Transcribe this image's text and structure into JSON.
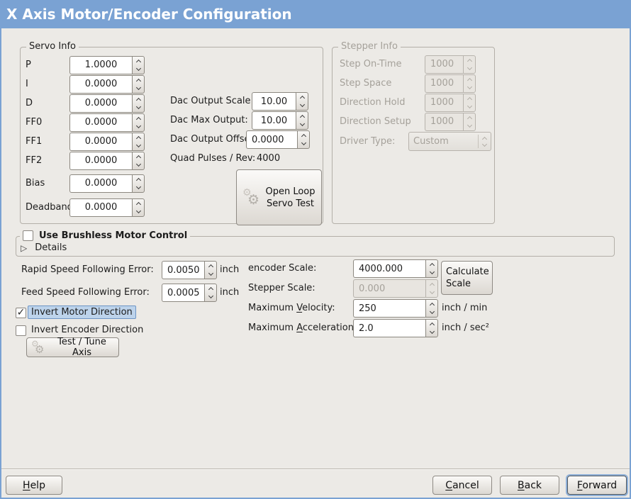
{
  "window": {
    "title": "X Axis Motor/Encoder Configuration"
  },
  "icons": {
    "gears": "⚙",
    "expander": "▷",
    "checkmark": "✓"
  },
  "colors": {
    "titlebar_bg": "#7aa2d3",
    "window_bg": "#eceae6",
    "highlight_bg": "#bdd3eb",
    "highlight_border": "#6d94c4",
    "title_text": "#ffffff"
  },
  "servo_info": {
    "legend": "Servo Info",
    "rows": [
      {
        "label": "P",
        "value": "1.0000"
      },
      {
        "label": "I",
        "value": "0.0000"
      },
      {
        "label": "D",
        "value": "0.0000"
      },
      {
        "label": "FF0",
        "value": "0.0000"
      },
      {
        "label": "FF1",
        "value": "0.0000"
      },
      {
        "label": "FF2",
        "value": "0.0000"
      },
      {
        "label": "Bias",
        "value": "0.0000"
      },
      {
        "label": "Deadband",
        "value": "0.0000"
      }
    ]
  },
  "dac": {
    "scale_label": "Dac Output Scale:",
    "scale_value": "10.00",
    "max_label": "Dac Max Output:",
    "max_value": "10.00",
    "offset_label": "Dac Output Offset:",
    "offset_value": "0.0000",
    "quad_label": "Quad Pulses / Rev:",
    "quad_value": "4000"
  },
  "open_loop_button": {
    "label": "Open Loop Servo Test"
  },
  "stepper_info": {
    "legend": "Stepper Info",
    "rows": [
      {
        "label": "Step On-Time",
        "value": "1000"
      },
      {
        "label": "Step Space",
        "value": "1000"
      },
      {
        "label": "Direction Hold",
        "value": "1000"
      },
      {
        "label": "Direction Setup",
        "value": "1000"
      }
    ],
    "driver_type_label": "Driver Type:",
    "driver_type_value": "Custom"
  },
  "brushless": {
    "checkbox_label": "Use Brushless Motor Control",
    "details_label": "Details"
  },
  "following_error": {
    "rapid_label": "Rapid Speed Following Error:",
    "rapid_value": "0.0050",
    "rapid_unit": "inch",
    "feed_label": "Feed Speed Following Error:",
    "feed_value": "0.0005",
    "feed_unit": "inch"
  },
  "scale_section": {
    "encoder_label": "encoder Scale:",
    "encoder_value": "4000.000",
    "stepper_label": "Stepper Scale:",
    "stepper_value": "0.000",
    "velocity_label": {
      "pre": "Maximum ",
      "key": "V",
      "post": "elocity:"
    },
    "velocity_value": "250",
    "velocity_unit": "inch / min",
    "acceleration_label": {
      "pre": "Maximum ",
      "key": "A",
      "post": "cceleration:"
    },
    "acceleration_value": "2.0",
    "acceleration_unit": "inch / sec²",
    "calculate_button": "Calculate Scale"
  },
  "direction": {
    "invert_motor_label": "Invert Motor Direction",
    "invert_encoder_label": "Invert Encoder Direction",
    "test_button": "Test / Tune Axis"
  },
  "footer": {
    "help": {
      "key": "H",
      "post": "elp"
    },
    "cancel": {
      "key": "C",
      "post": "ancel"
    },
    "back": {
      "key": "B",
      "post": "ack"
    },
    "forward": {
      "key": "F",
      "post": "orward"
    }
  }
}
